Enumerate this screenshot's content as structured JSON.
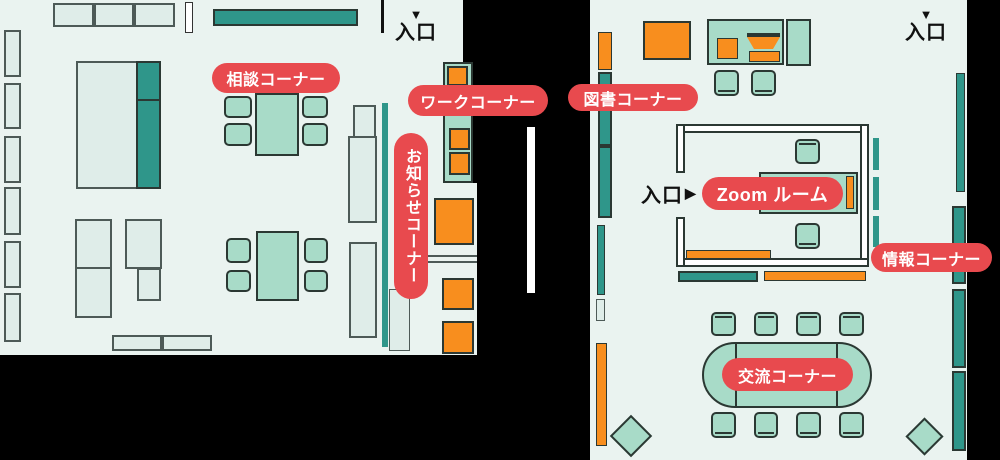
{
  "palette": {
    "background": "#000000",
    "floor": "#eaf3f0",
    "light_item": "#dfede9",
    "border_gray": "#4d5a57",
    "border_dark": "#2b3833",
    "mint": "#a8dbc8",
    "teal": "#2f968a",
    "orange": "#f88e1e",
    "label_red": "#e84a4e",
    "label_text": "#ffffff"
  },
  "labels": {
    "consult": "相談コーナー",
    "work": "ワークコーナー",
    "notice": "お知らせコーナー",
    "library": "図書コーナー",
    "zoom_room": "Zoom ルーム",
    "info": "情報コーナー",
    "exchange": "交流コーナー"
  },
  "entrances": {
    "left_top": {
      "arrow": "▼",
      "label": "入口"
    },
    "right_top": {
      "arrow": "▼",
      "label": "入口"
    },
    "zoom_side": {
      "label": "入口",
      "arrow": "▶"
    }
  }
}
